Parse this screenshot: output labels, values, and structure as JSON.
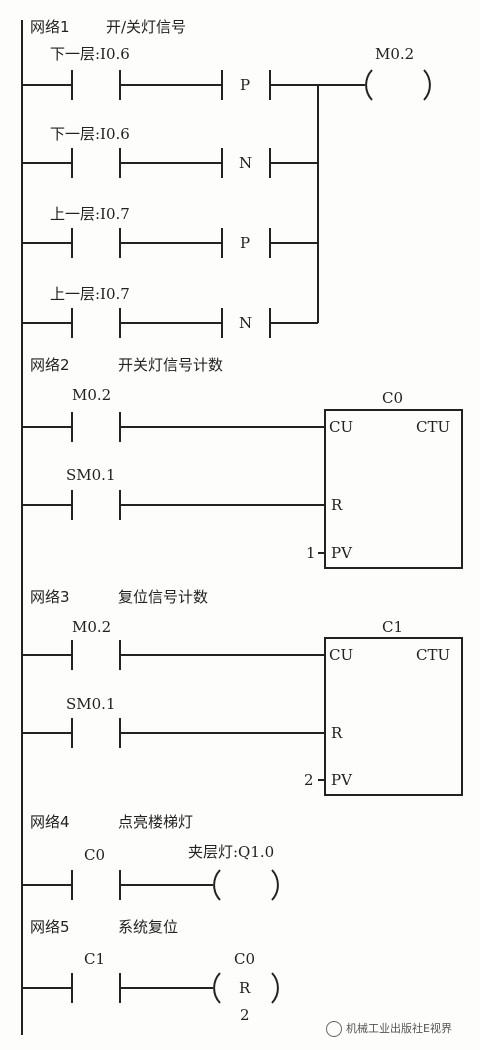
{
  "networks": [
    {
      "label": "网络1",
      "title": "开/关灯信号"
    },
    {
      "label": "网络2",
      "title": "开关灯信号计数"
    },
    {
      "label": "网络3",
      "title": "复位信号计数"
    },
    {
      "label": "网络4",
      "title": "点亮楼梯灯"
    },
    {
      "label": "网络5",
      "title": "系统复位"
    }
  ],
  "net1": {
    "contacts": [
      "下一层:I0.6",
      "下一层:I0.6",
      "上一层:I0.7",
      "上一层:I0.7"
    ],
    "edges": [
      "P",
      "N",
      "P",
      "N"
    ],
    "coil": "M0.2"
  },
  "net2": {
    "contact_cu": "M0.2",
    "contact_r": "SM0.1",
    "counter": "C0",
    "type": "CTU",
    "pin_cu": "CU",
    "pin_r": "R",
    "pin_pv": "PV",
    "pv_value": "1"
  },
  "net3": {
    "contact_cu": "M0.2",
    "contact_r": "SM0.1",
    "counter": "C1",
    "type": "CTU",
    "pin_cu": "CU",
    "pin_r": "R",
    "pin_pv": "PV",
    "pv_value": "2"
  },
  "net4": {
    "contact": "C0",
    "coil": "夹层灯:Q1.0"
  },
  "net5": {
    "contact": "C1",
    "coil_target": "C0",
    "coil_op": "R",
    "coil_n": "2"
  },
  "watermark": "机械工业出版社E视界"
}
